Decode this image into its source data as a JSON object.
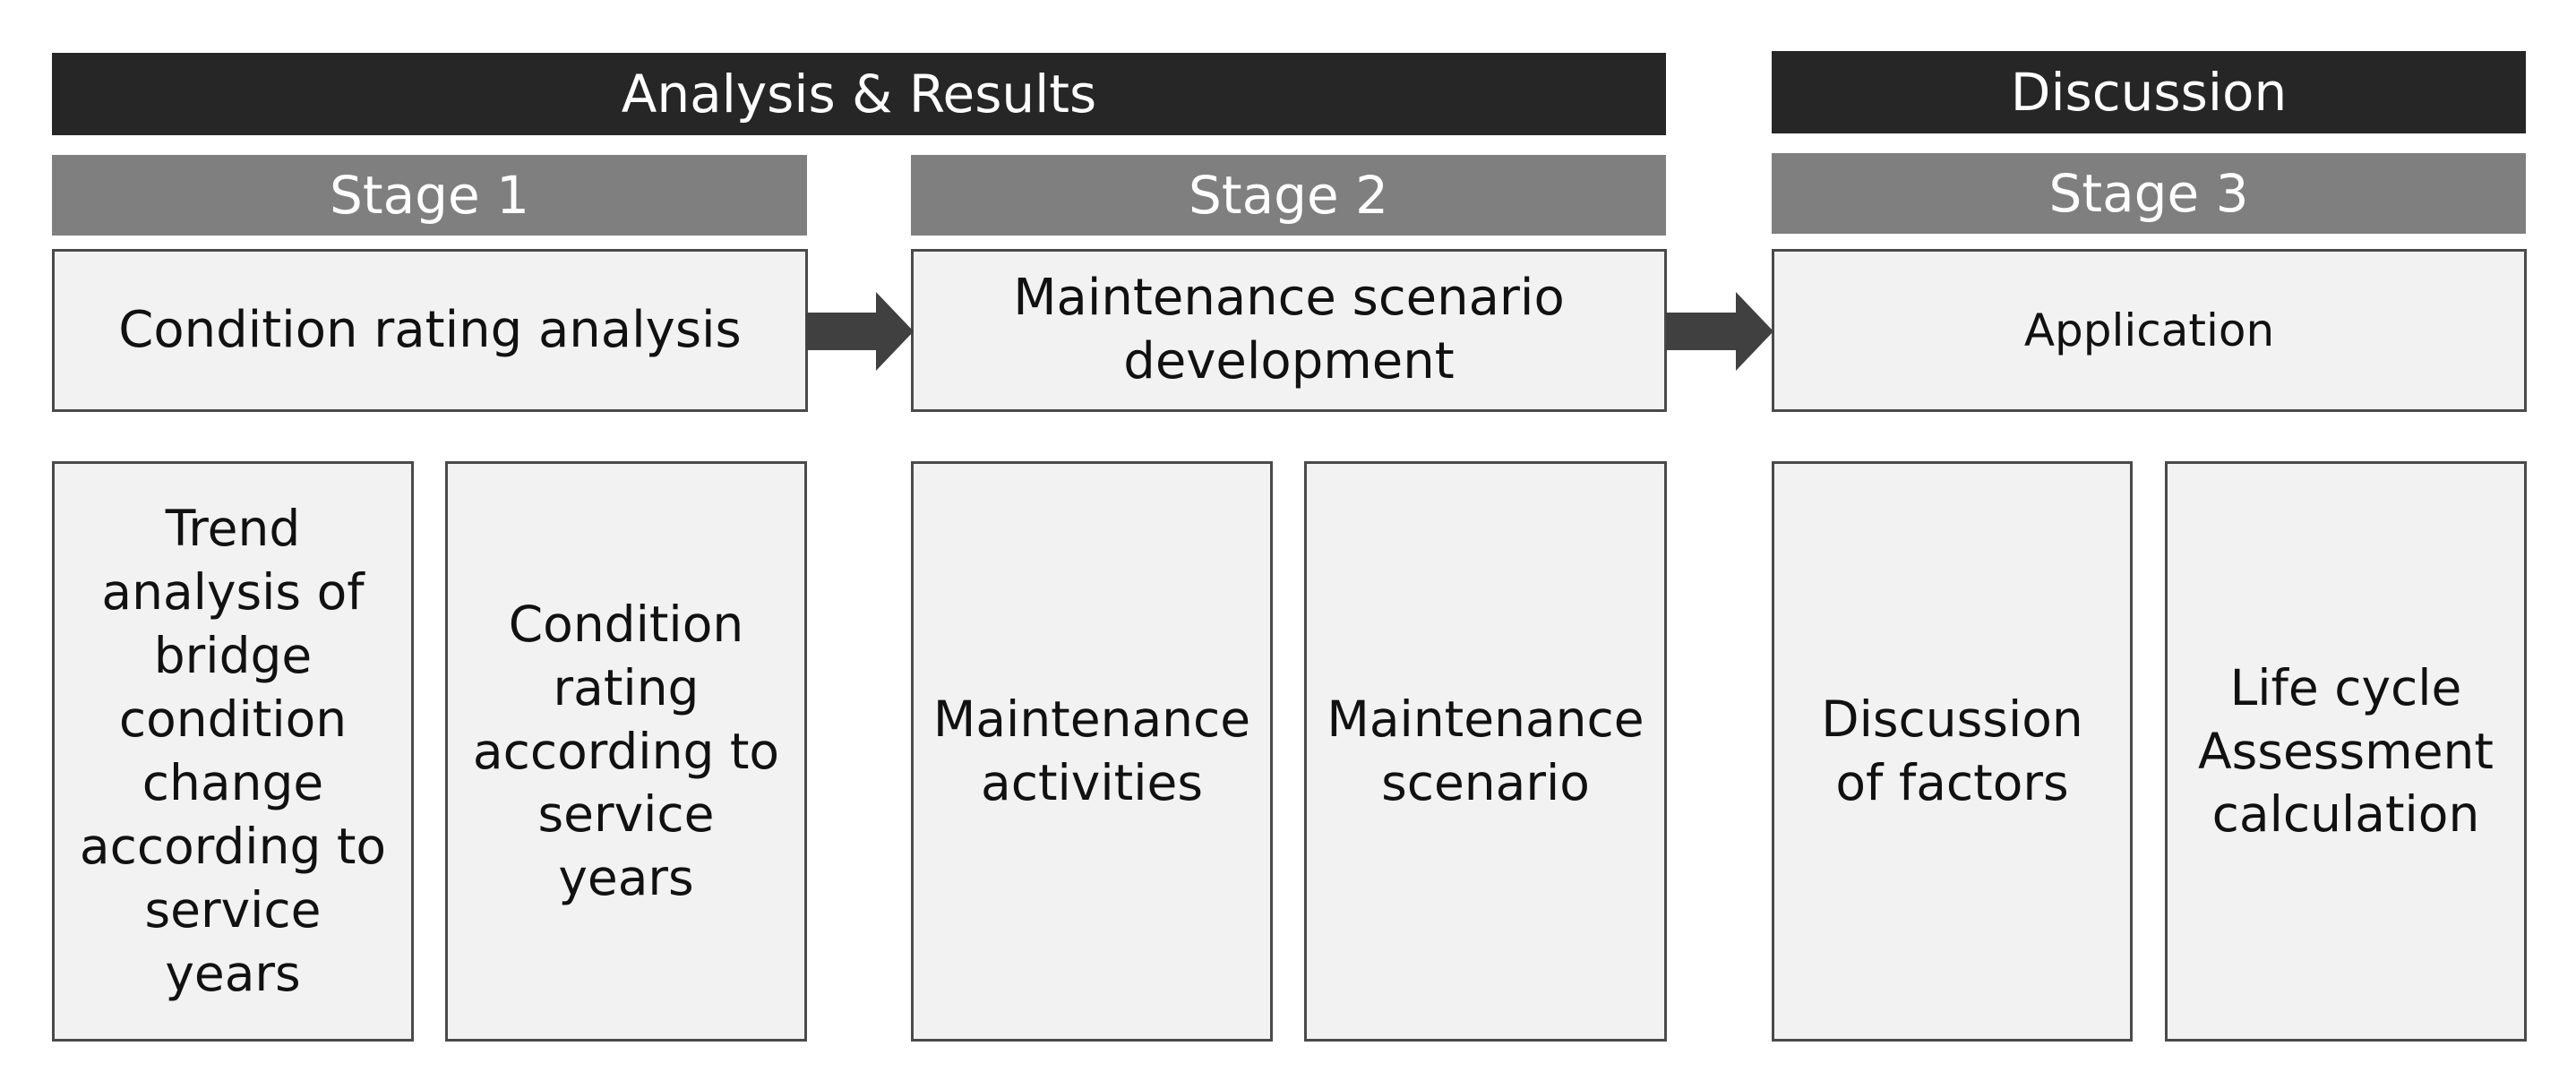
{
  "sections": {
    "analysis_results": "Analysis & Results",
    "discussion": "Discussion"
  },
  "stages": {
    "stage1": "Stage 1",
    "stage2": "Stage 2",
    "stage3": "Stage 3"
  },
  "main_boxes": {
    "stage1": "Condition rating analysis",
    "stage2": "Maintenance scenario development",
    "stage3": "Application"
  },
  "detail_boxes": {
    "trend_analysis": "Trend analysis of bridge condition change according to service years",
    "condition_rating": "Condition rating according to service years",
    "maintenance_activities": "Maintenance activities",
    "maintenance_scenario": "Maintenance scenario",
    "discussion_factors": "Discussion of factors",
    "life_cycle": "Life cycle Assessment calculation"
  },
  "colors": {
    "section_header": "#262626",
    "stage_header": "#7f7f7f",
    "box_fill": "#f2f2f2",
    "box_border": "#4a4a4a",
    "arrow": "#404040"
  }
}
